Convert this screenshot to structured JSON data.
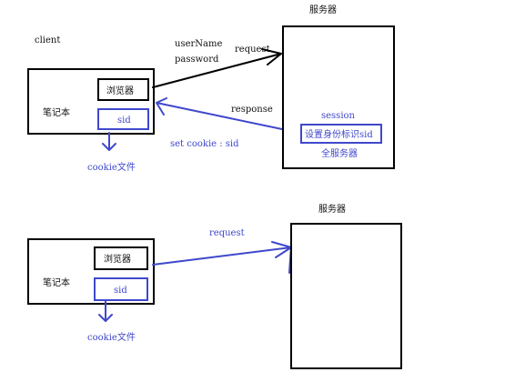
{
  "colors": {
    "ink": "#000000",
    "accent": "#3f48cc"
  },
  "top": {
    "server_title": "服务器",
    "client_label": "client",
    "credentials_line1": "userName",
    "credentials_line2": "password",
    "request_label": "request",
    "response_label": "response",
    "laptop_label": "笔记本",
    "browser_label": "浏览器",
    "sid_label": "sid",
    "set_cookie_label": "set cookie : sid",
    "cookie_file_label": "cookie文件",
    "session_label": "session",
    "set_id_label": "设置身份标识sid",
    "all_servers_label": "全服务器"
  },
  "bottom": {
    "server_title": "服务器",
    "request_label": "request",
    "laptop_label": "笔记本",
    "browser_label": "浏览器",
    "sid_label": "sid",
    "cookie_file_label": "cookie文件"
  }
}
